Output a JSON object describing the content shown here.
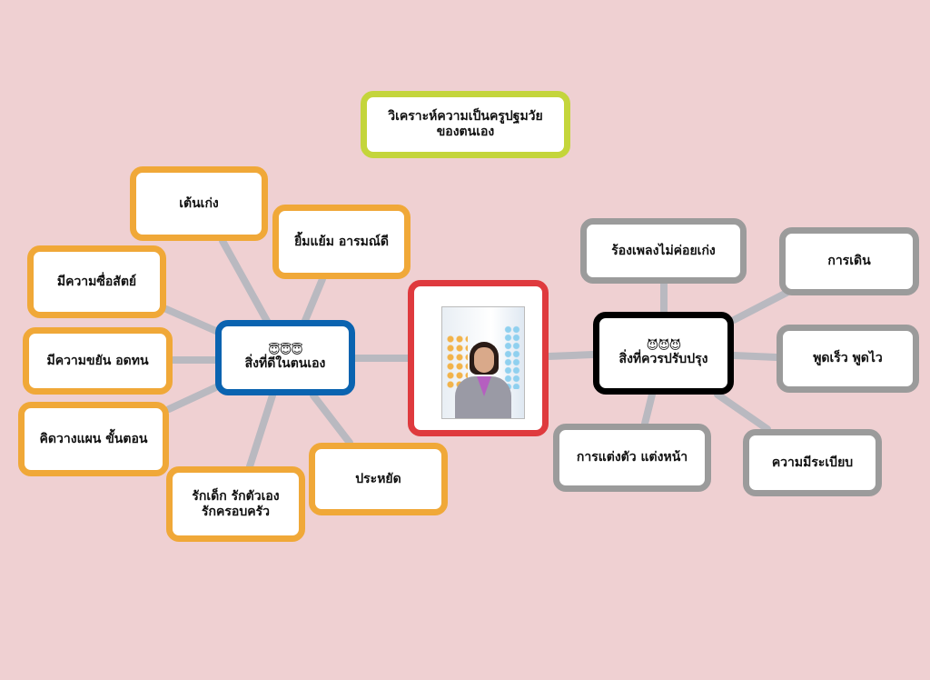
{
  "title": "วิเคราะห์ความเป็นครูปฐมวัย ของตนเอง",
  "title_lines": [
    "วิเคราะห์ความเป็นครูปฐมวัย",
    "ของตนเอง"
  ],
  "center": {
    "photo": "portrait-photo"
  },
  "good_branch": {
    "emoji": "😇😇😇",
    "label": "สิ่งที่ดีในตนเอง",
    "items": [
      "เต้นเก่ง",
      "ยิ้มแย้ม อารมณ์ดี",
      "มีความซื่อสัตย์",
      "มีความขยัน อดทน",
      "คิดวางแผน ขั้นตอน",
      "รักเด็ก รักตัวเอง รักครอบครัว",
      "ประหยัด"
    ],
    "item6_lines": [
      "รักเด็ก รักตัวเอง",
      "รักครอบครัว"
    ]
  },
  "improve_branch": {
    "emoji": "😈😈😈",
    "label": "สิ่งที่ควรปรับปรุง",
    "items": [
      "ร้องเพลงไม่ค่อยเก่ง",
      "การเดิน",
      "พูดเร็ว พูดไว",
      "การแต่งตัว แต่งหน้า",
      "ความมีระเบียบ"
    ]
  },
  "colors": {
    "background": "#efd0d2",
    "good_items": "#f0a838",
    "good_hub": "#0a63b0",
    "improve_items": "#9b9b9b",
    "improve_hub": "#000000",
    "title": "#c4d53b",
    "center": "#df3a3e",
    "links": "#b9b9c0"
  }
}
